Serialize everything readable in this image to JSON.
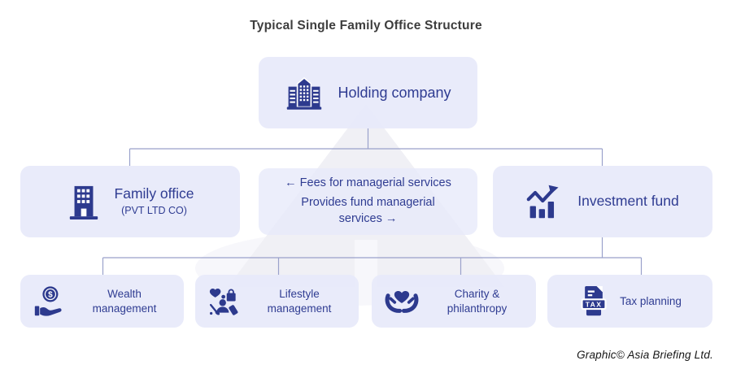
{
  "title": "Typical Single Family Office Structure",
  "footer": {
    "credit": "Graphic© Asia Briefing Ltd."
  },
  "colors": {
    "navy": "#2d3a8e",
    "box_background": "#e9ebf9",
    "connector_line": "#9aa1cb",
    "title_text": "#3d3d3d",
    "watermark": "#f0f0f5"
  },
  "nodes": {
    "holding": {
      "label": "Holding company",
      "icon": "office-building-icon"
    },
    "family_office": {
      "label": "Family office",
      "sublabel": "(PVT LTD CO)",
      "icon": "building-icon"
    },
    "relationship": {
      "line1": "←  Fees for managerial services",
      "line2": "Provides fund managerial services  →"
    },
    "investment_fund": {
      "label": "Investment fund",
      "icon": "growth-chart-icon"
    },
    "services": [
      {
        "label": "Wealth management",
        "icon": "hand-coin-icon",
        "icon_text": "$"
      },
      {
        "label": "Lifestyle management",
        "icon": "lifestyle-icon"
      },
      {
        "label": "Charity & philanthropy",
        "icon": "hands-heart-icon"
      },
      {
        "label": "Tax planning",
        "icon": "tax-document-icon",
        "icon_text": "TAX"
      }
    ]
  }
}
